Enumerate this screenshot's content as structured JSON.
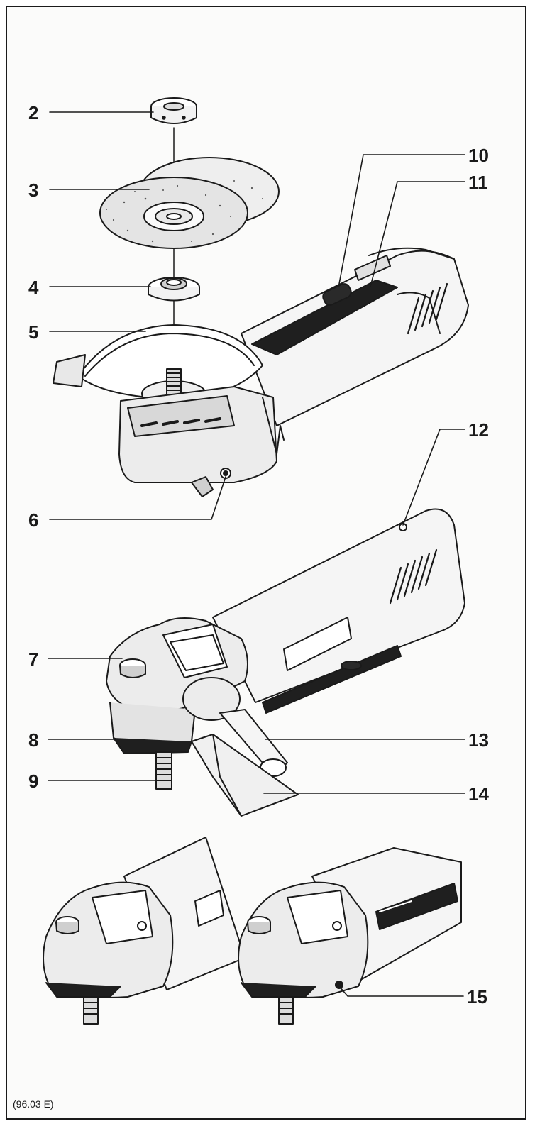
{
  "figure": {
    "callouts": {
      "c2": "2",
      "c3": "3",
      "c4": "4",
      "c5": "5",
      "c6": "6",
      "c7": "7",
      "c8": "8",
      "c9": "9",
      "c10": "10",
      "c11": "11",
      "c12": "12",
      "c13": "13",
      "c14": "14",
      "c15": "15"
    },
    "document_code": "(96.03 E)",
    "line_color": "#1a1a1a"
  }
}
